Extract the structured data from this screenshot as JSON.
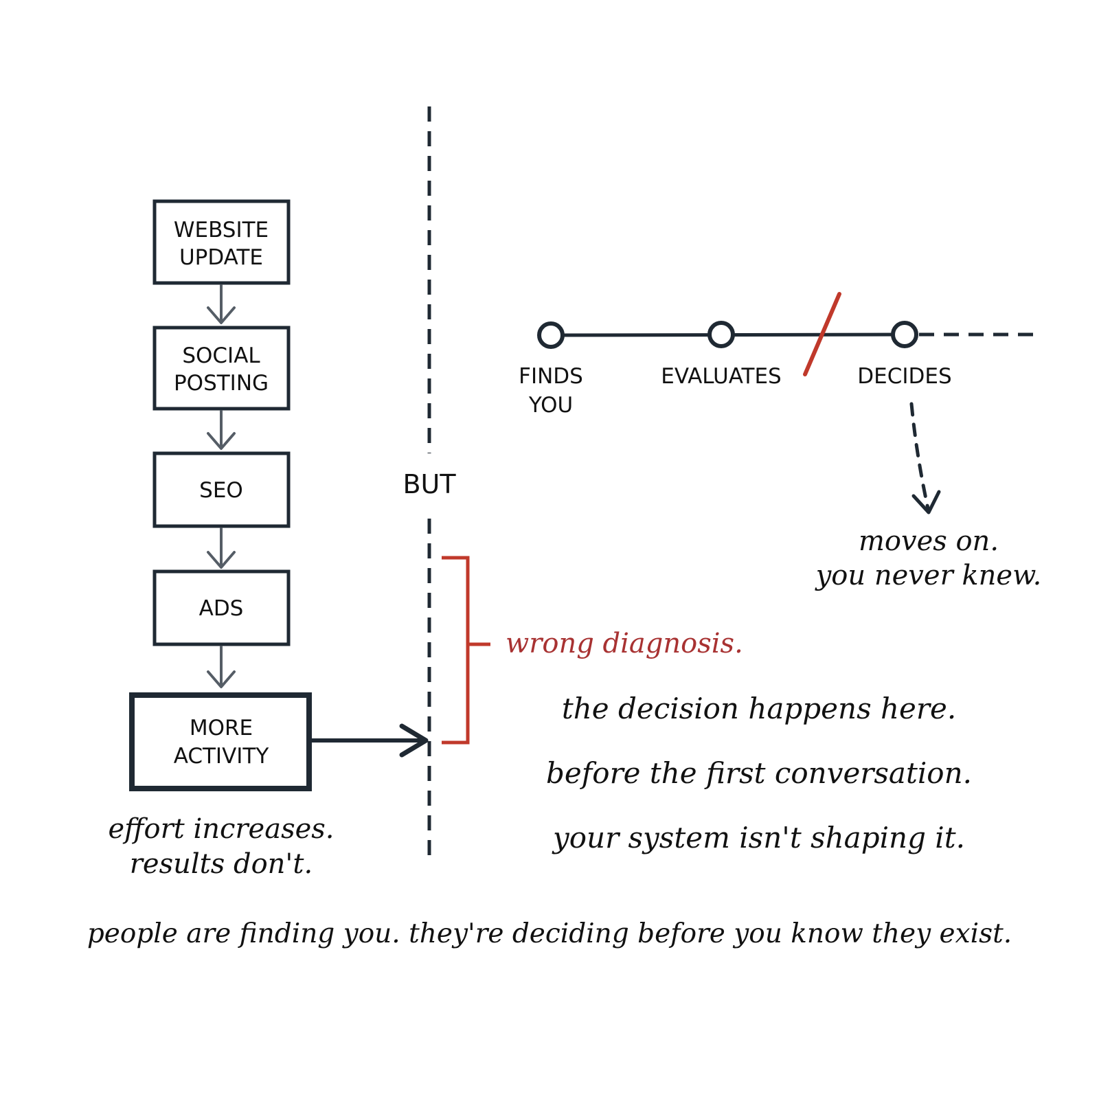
{
  "colors": {
    "ink": "#1f2933",
    "arrow_gray": "#555d66",
    "accent_red": "#c0392b",
    "annotation_red": "#a83232",
    "background": "#ffffff"
  },
  "flow_steps": [
    {
      "lines": [
        "WEBSITE",
        "UPDATE"
      ]
    },
    {
      "lines": [
        "SOCIAL",
        "POSTING"
      ]
    },
    {
      "lines": [
        "SEO"
      ]
    },
    {
      "lines": [
        "ADS"
      ]
    },
    {
      "lines": [
        "MORE",
        "ACTIVITY"
      ]
    }
  ],
  "flow_caption": {
    "line1": "effort increases.",
    "line2": "results don't."
  },
  "divider_label": "BUT",
  "journey": {
    "stages": [
      {
        "lines": [
          "FINDS",
          "YOU"
        ]
      },
      {
        "lines": [
          "EVALUATES"
        ]
      },
      {
        "lines": [
          "DECIDES"
        ]
      }
    ],
    "break_between": [
      "EVALUATES",
      "DECIDES"
    ],
    "outcome_line1": "moves on.",
    "outcome_line2": "you never knew."
  },
  "bracket_label": "wrong diagnosis.",
  "statements": [
    "the decision happens here.",
    "before the first conversation.",
    "your system isn't shaping it."
  ],
  "footer": "people are finding you. they're deciding before you know they exist."
}
